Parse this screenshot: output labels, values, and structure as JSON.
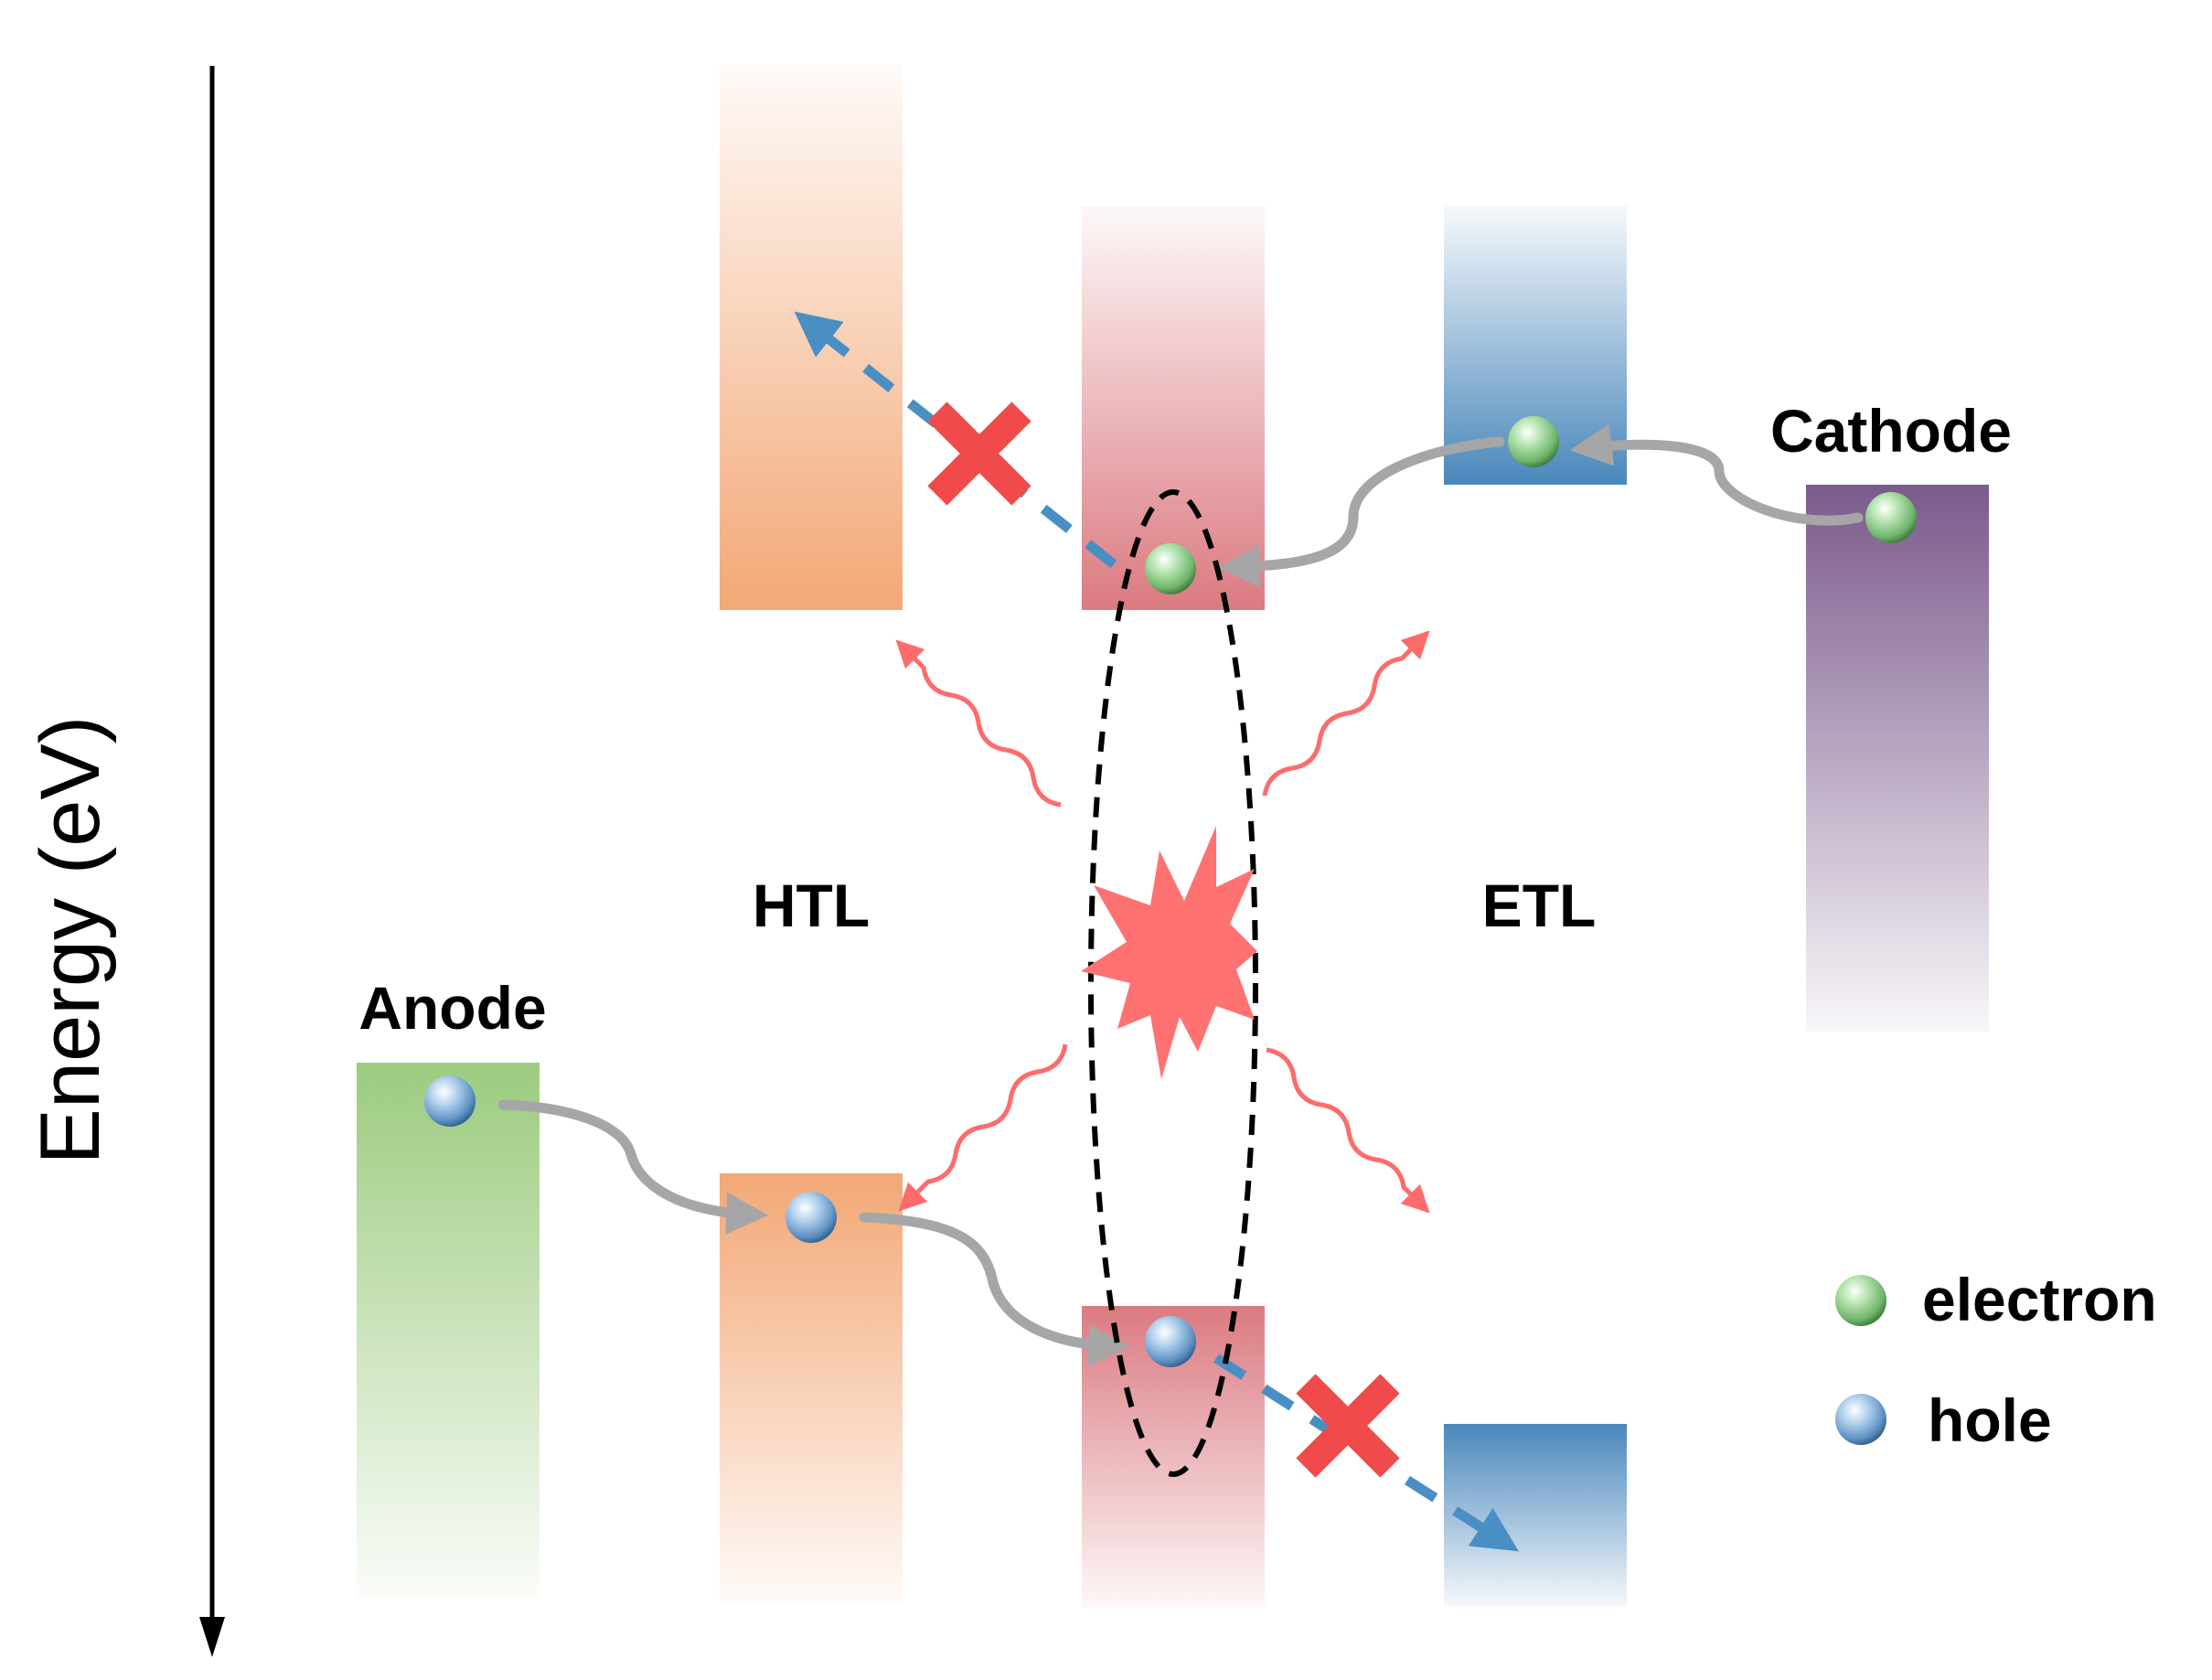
{
  "axis": {
    "label": "Energy (eV)"
  },
  "labels": {
    "anode": "Anode",
    "cathode": "Cathode",
    "htl": "HTL",
    "etl": "ETL"
  },
  "legend": {
    "electron": "electron",
    "hole": "hole"
  },
  "colors": {
    "anode": "#9ccb7f",
    "htl": "#f2a36f",
    "eml": "#d9737a",
    "etl": "#4a87bb",
    "cathode": "#7b5a8c",
    "electron": "#8fd38a",
    "hole": "#7fb0dc",
    "emission": "#ff6b6b",
    "blocked_cross": "#f04a4a",
    "transfer_arrow": "#a6a6a6",
    "blocked_arrow": "#4a8fc4"
  }
}
